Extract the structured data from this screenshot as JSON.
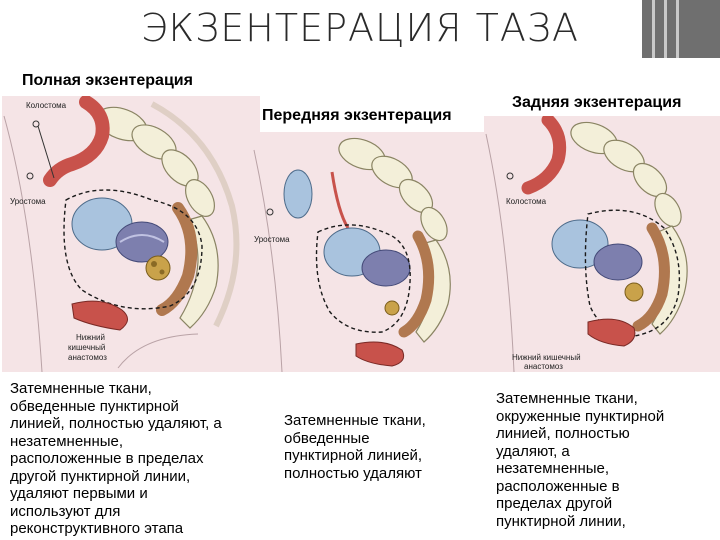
{
  "slide": {
    "title": "ЭКЗЕНТЕРАЦИЯ ТАЗА"
  },
  "panels": [
    {
      "heading": "Полная экзентерация",
      "labels": {
        "colostomy": "Колостома",
        "urostomy": "Уростома",
        "anastomosis_line1": "Нижний",
        "anastomosis_line2": "кишечный",
        "anastomosis_line3": "анастомоз"
      },
      "caption_lines": [
        "Затемненные ткани,",
        "обведенные пунктирной",
        "линией, полностью удаляют, а",
        "незатемненные,",
        "расположенные в пределах",
        "другой пунктирной линии,",
        "удаляют первыми и",
        "используют для",
        "реконструктивного этапа"
      ]
    },
    {
      "heading": "Передняя экзентерация",
      "labels": {
        "urostomy": "Уростома"
      },
      "caption_lines": [
        "Затемненные ткани,",
        "обведенные",
        "пунктирной линией,",
        "полностью удаляют"
      ]
    },
    {
      "heading": "Задняя экзентерация",
      "labels": {
        "colostomy": "Колостома",
        "anastomosis_line1": "Нижний кишечный",
        "anastomosis_line2": "анастомоз"
      },
      "caption_lines": [
        "Затемненные ткани,",
        "окруженные пунктирной",
        "линией, полностью",
        "удаляют, а",
        "незатемненные,",
        "расположенные в",
        "пределах другой",
        "пунктирной линии,"
      ]
    }
  ],
  "colors": {
    "skin": "#f5e4e6",
    "bone": "#f3efd9",
    "bone_outline": "#8a8463",
    "bladder": "#a9c3de",
    "uterus": "#7d7fae",
    "rectum": "#b0784f",
    "colon_red": "#c8524b",
    "tumor": "#c9a24a"
  }
}
